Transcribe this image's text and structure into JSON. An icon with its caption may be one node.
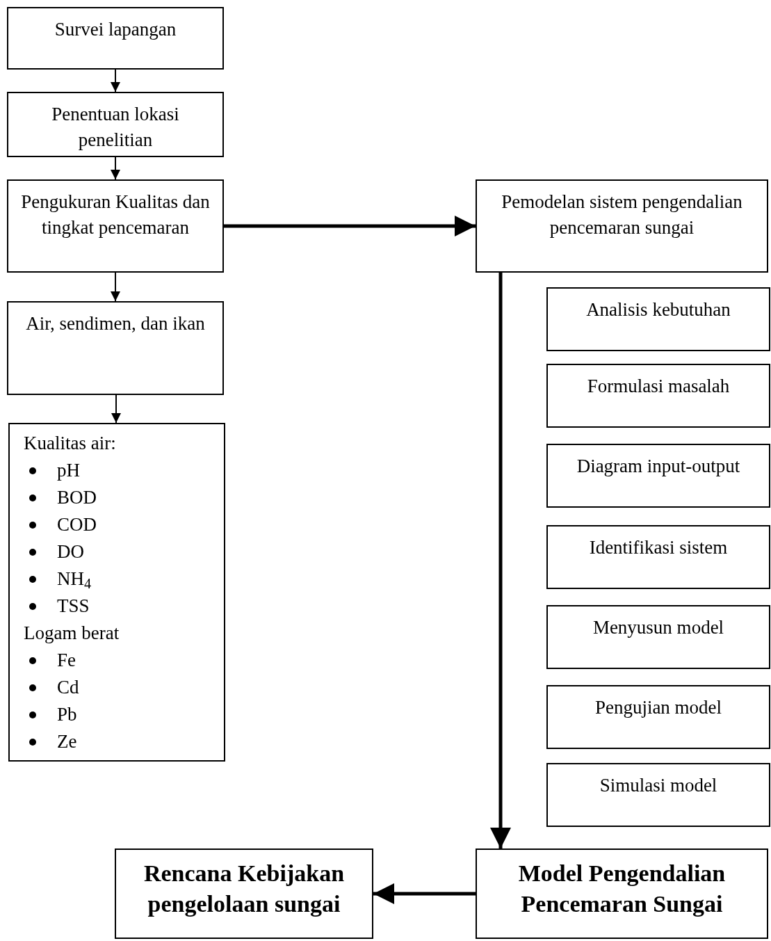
{
  "diagram": {
    "nodes": [
      {
        "text": [
          "Survei lapangan"
        ]
      },
      {
        "text": [
          "Penentuan lokasi penelitian"
        ]
      },
      {
        "text": [
          "Pengukuran Kualitas dan tingkat pencemaran"
        ]
      },
      {
        "text": [
          "Air, sendimen, dan ikan"
        ]
      },
      {
        "text": [
          "Kualitas air:",
          "pH",
          "BOD",
          "COD",
          "DO",
          "NH$_{4}$",
          "TSS",
          "Logam berat",
          "Fe",
          "Cd",
          "Pb",
          "Ze"
        ]
      },
      {
        "text": [
          "Pemodelan sistem pengendalian pencemaran sungai"
        ]
      },
      {
        "text": [
          "Analisis kebutuhan"
        ]
      },
      {
        "text": [
          "Formulasi masalah"
        ]
      },
      {
        "text": [
          "Diagram input-output"
        ]
      },
      {
        "text": [
          "Identifikasi sistem"
        ]
      },
      {
        "text": [
          "Menyusun model"
        ]
      },
      {
        "text": [
          "Pengujian model"
        ]
      },
      {
        "text": [
          "Simulasi model"
        ]
      },
      {
        "text": [
          "Model Pengendalian Pencemaran Sungai"
        ]
      },
      {
        "text": [
          "Rencana Kebijakan pengelolaan sungai"
        ]
      }
    ],
    "edges": [
      {
        "from": 0,
        "to": 1,
        "arrow": "to"
      },
      {
        "from": 1,
        "to": 2,
        "arrow": "to"
      },
      {
        "from": 2,
        "to": 3,
        "arrow": "to"
      },
      {
        "from": 3,
        "to": 4,
        "arrow": "to"
      },
      {
        "from": 2,
        "to": 5,
        "arrow": "to",
        "style": "thick"
      },
      {
        "from": 5,
        "to": 13,
        "arrow": "to",
        "style": "thick"
      },
      {
        "from": 13,
        "to": 14,
        "arrow": "to",
        "style": "thick"
      }
    ]
  }
}
